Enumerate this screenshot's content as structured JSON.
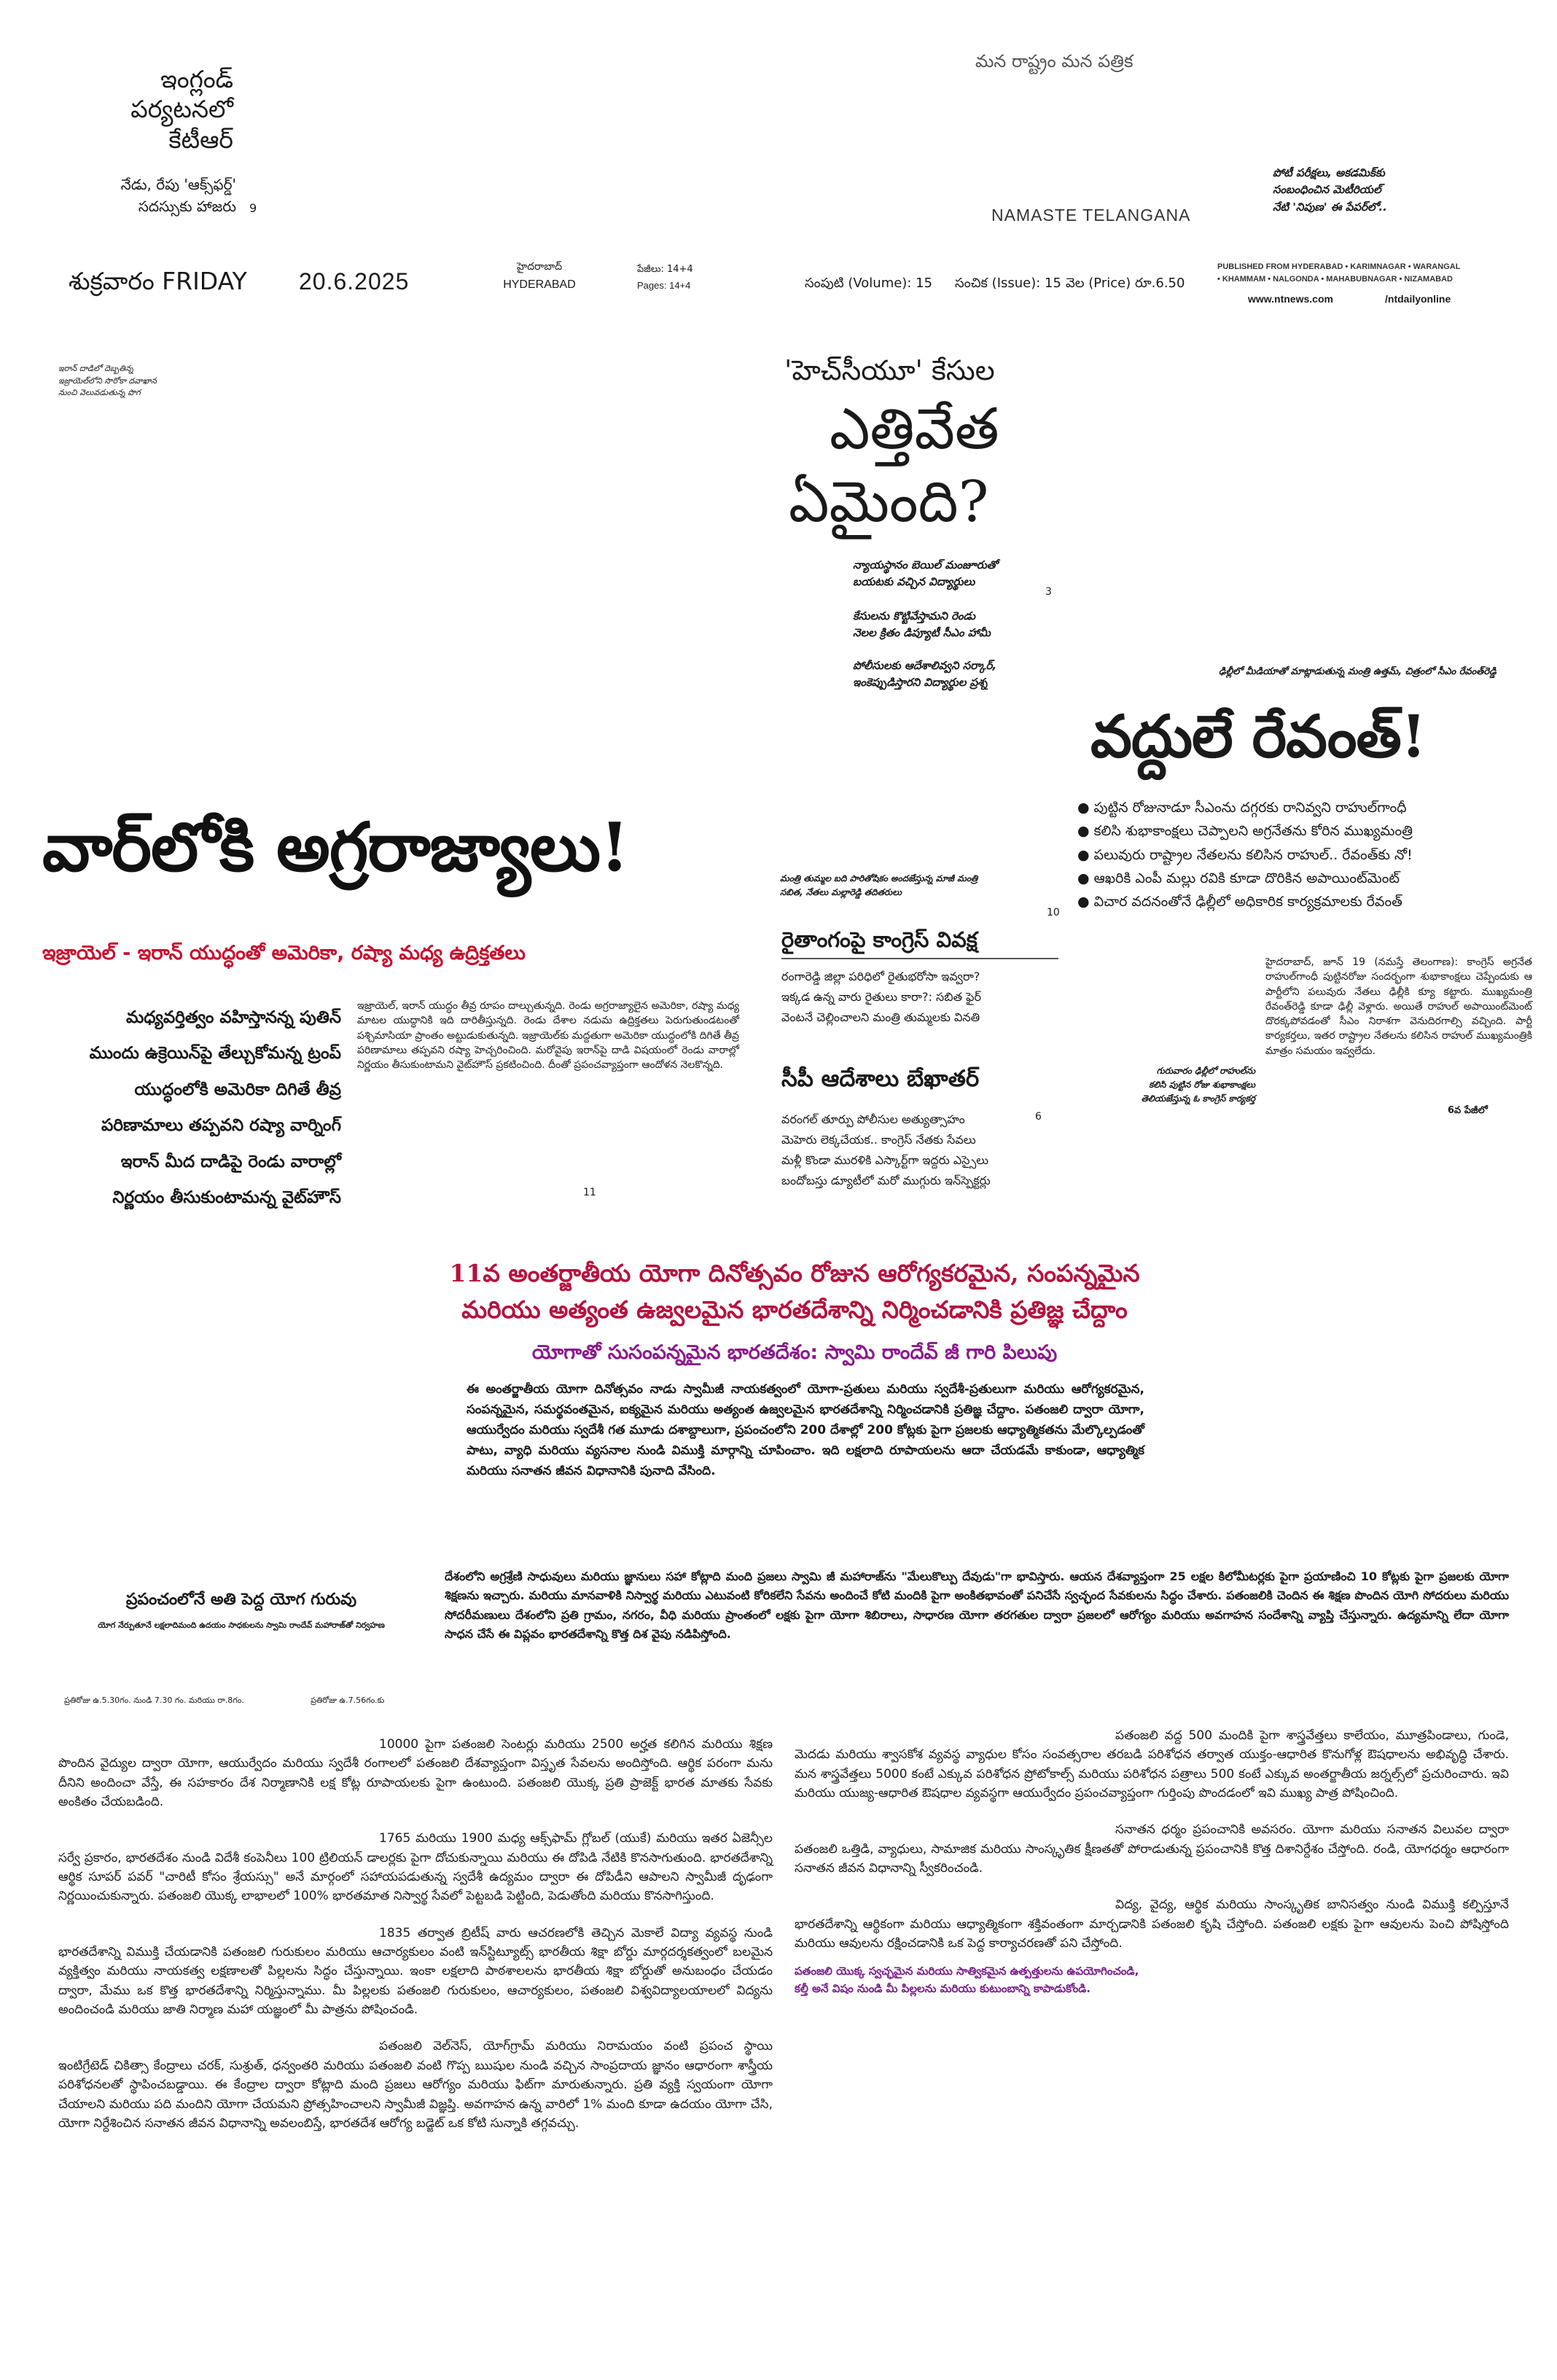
{
  "masthead": {
    "tagline": "మన రాష్ట్రం మన పత్రిక",
    "paper_name": "NAMASTE TELANGANA",
    "teaser_left": "ఇంగ్లండ్\nపర్యటనలో\nకేటీఆర్",
    "teaser_left_sub": "నేడు, రేపు 'ఆక్స్‌ఫర్డ్'\nసదస్సుకు హాజరు",
    "teaser_left_page": "9",
    "teaser_right": "పోటీ పరీక్షలు, అకడమిక్‌కు\nసంబంధించిన మెటీరియల్\nనేటి 'నిపుణ' ఈ పేపర్‌లో..",
    "day": "శుక్రవారం FRIDAY",
    "date": "20.6.2025",
    "city_te": "హైదరాబాద్",
    "city_en": "HYDERABAD",
    "pages_te": "పేజీలు: 14+4",
    "pages_en": "Pages: 14+4",
    "volume": "సంపుటి (Volume): 15",
    "issue": "సంచిక (Issue): 15",
    "price": "వెల (Price) రూ.6.50",
    "published_from": "PUBLISHED FROM  HYDERABAD • KARIMNAGAR • WARANGAL\n• KHAMMAM • NALGONDA • MAHABUBNAGAR • NIZAMABAD",
    "website": "www.ntnews.com",
    "social": "/ntdailyonline"
  },
  "photo_caption_top": "ఇరాన్ దాడిలో దెబ్బతిన్న\nఇజ్రాయెల్‌లోని సొరోకా దవాఖాన\nనుంచి వెలువడుతున్న పొగ",
  "hcu": {
    "kicker": "'హెచ్‌సీయూ' కేసుల",
    "headline_1": "ఎత్తివేత",
    "headline_2": "ఏమైంది?",
    "points": [
      "న్యాయస్థానం బెయిల్ మంజూరుతో\nబయటకు వచ్చిన విద్యార్థులు",
      "కేసులను కొట్టివేస్తామని రెండు\nనెలల క్రితం డిప్యూటీ సీఎం హామీ",
      "పోలీసులకు ఆదేశాలివ్వని సర్కార్,\nఇంకెప్పుడిస్తారని విద్యార్థుల ప్రశ్న"
    ],
    "page": "3"
  },
  "revanth": {
    "caption": "ఢిల్లీలో మీడియాతో మాట్లాడుతున్న మంత్రి ఉత్తమ్, చిత్రంలో సీఎం రేవంత్‌రెడ్డి",
    "headline": "వద్దులే రేవంత్!",
    "bullets": [
      "పుట్టిన రోజునాడూ సీఎంను దగ్గరకు రానివ్వని రాహుల్‌గాంధీ",
      "కలిసి శుభాకాంక్షలు చెప్పాలని అగ్రనేతను కోరిన ముఖ్యమంత్రి",
      "పలువురు రాష్ట్రాల నేతలను కలిసిన రాహుల్.. రేవంత్‌కు నో!",
      "ఆఖరికి ఎంపీ మల్లు రవికి కూడా దొరికిన అపాయింట్‌మెంట్",
      "విచార వదనంతోనే ఢిల్లీలో అధికారిక కార్యక్రమాలకు రేవంత్"
    ],
    "body": "హైదరాబాద్, జూన్ 19 (నమస్తే తెలంగాణ): కాంగ్రెస్ అగ్రనేత రాహుల్‌గాంధీ పుట్టినరోజు సందర్భంగా శుభాకాంక్షలు చెప్పేందుకు ఆ పార్టీలోని పలువురు నేతలు ఢిల్లీకి క్యూ కట్టారు. ముఖ్యమంత్రి రేవంత్‌రెడ్డి కూడా ఢిల్లీ వెళ్లారు. అయితే రాహుల్ అపాయింట్‌మెంట్ దొరక్కపోవడంతో సీఎం నిరాశగా వెనుదిరగాల్సి వచ్చింది. పార్టీ కార్యకర్తలు, ఇతర రాష్ట్రాల నేతలను కలిసిన రాహుల్ ముఖ్యమంత్రికి మాత్రం సమయం ఇవ్వలేదు.",
    "cont": "6వ పేజీలో",
    "photo_caption": "గురువారం ఢిల్లీలో రాహుల్‌ను\nకలిసి పుట్టిన రోజు శుభాకాంక్షలు\nతెలియజేస్తున్న ఓ కాంగ్రెస్ కార్యకర్త"
  },
  "war": {
    "headline": "వార్‌లోకి అగ్రరాజ్యాలు!",
    "subhead": "ఇజ్రాయెల్ - ఇరాన్ యుద్ధంతో అమెరికా, రష్యా మధ్య ఉద్రిక్తతలు",
    "points": [
      "మధ్యవర్తిత్వం వహిస్తానన్న పుతిన్",
      "ముందు ఉక్రెయిన్‌పై తేల్చుకోమన్న ట్రంప్",
      "యుద్ధంలోకి అమెరికా దిగితే తీవ్ర",
      "పరిణామాలు తప్పవని రష్యా వార్నింగ్",
      "ఇరాన్ మీద దాడిపై రెండు వారాల్లో",
      "నిర్ణయం తీసుకుంటామన్న వైట్‌హౌస్"
    ],
    "body": "ఇజ్రాయెల్, ఇరాన్ యుద్ధం తీవ్ర రూపం దాల్చుతున్నది. రెండు అగ్రరాజ్యాలైన అమెరికా, రష్యా మధ్య మాటల యుద్ధానికి ఇది దారితీస్తున్నది. రెండు దేశాల నడుమ ఉద్రిక్తతలు పెరుగుతుండటంతో పశ్చిమాసియా ప్రాంతం అట్టుడుకుతున్నది. ఇజ్రాయెల్‌కు మద్దతుగా అమెరికా యుద్ధంలోకి దిగితే తీవ్ర పరిణామాలు తప్పవని రష్యా హెచ్చరించింది. మరోవైపు ఇరాన్‌పై దాడి విషయంలో రెండు వారాల్లో నిర్ణయం తీసుకుంటామని వైట్‌హౌస్ ప్రకటించింది. దీంతో ప్రపంచవ్యాప్తంగా ఆందోళన నెలకొన్నది.",
    "page": "11"
  },
  "thummala": {
    "caption": "మంత్రి తుమ్మల బది పారితోషికం అందజేస్తున్న మాజీ మంత్రి\nసబిత, నేతలు మల్లారెడ్డి తదితరులు",
    "page": "10",
    "headline": "రైతాంగంపై కాంగ్రెస్ వివక్ష",
    "body": "రంగారెడ్డి జిల్లా పరిధిలో రైతుభరోసా ఇవ్వరా?\nఇక్కడ ఉన్న వారు రైతులు కారా?: సబిత ఫైర్\nవెంటనే చెల్లించాలని మంత్రి తుమ్మలకు వినతి",
    "headline2": "సీపీ ఆదేశాలు బేఖాతర్",
    "page2": "6",
    "body2": "వరంగల్ తూర్పు పోలీసుల అత్యుత్సాహం\nమెహెరు లెక్కచేయక.. కాంగ్రెస్ నేతకు సేవలు\nమళ్లీ కొండా మురళికి ఎస్కార్ట్‌గా ఇద్దరు ఎస్సైలు\nబందోబస్తు డ్యూటీలో మరో ముగ్గురు ఇన్‌స్పెక్టర్లు"
  },
  "yoga": {
    "headline_1": "11వ అంతర్జాతీయ యోగా దినోత్సవం రోజున ఆరోగ్యకరమైన, సంపన్నమైన",
    "headline_2": "మరియు అత్యంత ఉజ్వలమైన భారతదేశాన్ని నిర్మించడానికి ప్రతిజ్ఞ చేద్దాం",
    "subhead": "యోగాతో సుసంపన్నమైన భారతదేశం: స్వామి రాందేవ్ జీ గారి పిలుపు",
    "intro": "ఈ అంతర్జాతీయ యోగా దినోత్సవం నాడు స్వామీజీ నాయకత్వంలో యోగా-ప్రతులు మరియు స్వదేశీ-ప్రతులుగా మరియు ఆరోగ్యకరమైన, సంపన్నమైన, సమర్థవంతమైన, ఐక్యమైన మరియు అత్యంత ఉజ్వలమైన భారతదేశాన్ని నిర్మించడానికి ప్రతిజ్ఞ చేద్దాం. పతంజలి ద్వారా యోగా, ఆయుర్వేదం మరియు స్వదేశీ గత మూడు దశాబ్దాలుగా, ప్రపంచంలోని 200 దేశాల్లో 200 కోట్లకు పైగా ప్రజలకు ఆధ్యాత్మికతను మేల్కొల్పడంతో పాటు, వ్యాధి మరియు వ్యసనాల నుండి విముక్తి మార్గాన్ని చూపించాం. ఇది లక్షలాది రూపాయలను ఆదా చేయడమే కాకుండా, ఆధ్యాత్మిక మరియు సనాతన జీవన విధానానికి పునాది వేసింది.",
    "guru_title": "ప్రపంచంలోనే అతి పెద్ద యోగ గురువు",
    "guru_sub": "యోగ నేర్పుతూనే లక్షలాదిమంది ఉదయం సాధకులను స్వామి రాందేవ్ మహారాజ్‌తో నిర్వహణ",
    "timing_1": "ప్రతిరోజు ఉ.5.30గం. నుండి 7.30 గం. మరియు రా.8గం.",
    "timing_2": "ప్రతిరోజు ఉ.7.56గం.కు",
    "lead": "దేశంలోని అగ్రశ్రేణి సాధువులు మరియు జ్ఞానులు సహా కోట్లాది మంది ప్రజలు స్వామి జీ మహారాజ్‌ను \"మేలుకొల్పు దేవుడు\"గా భావిస్తారు. ఆయన దేశవ్యాప్తంగా 25 లక్షల కిలోమీటర్లకు పైగా ప్రయాణించి 10 కోట్లకు పైగా ప్రజలకు యోగా శిక్షణను ఇచ్చారు. మరియు మానవాళికి నిస్వార్థ మరియు ఎటువంటి కోరికలేని సేవను అందించే కోటి మందికి పైగా అంకితభావంతో పనిచేసే స్వచ్ఛంద సేవకులను సిద్ధం చేశారు. పతంజలికి చెందిన ఈ శిక్షణ పొందిన యోగి సోదరులు మరియు సోదరీమణులు దేశంలోని ప్రతి గ్రామం, నగరం, వీధి మరియు ప్రాంతంలో లక్షకు పైగా యోగా శిబిరాలు, సాధారణ యోగా తరగతుల ద్వారా ప్రజలలో ఆరోగ్యం మరియు అవగాహన సందేశాన్ని వ్యాప్తి చేస్తున్నారు. ఉద్యమాన్ని లేదా యోగా సాధన చేసే ఈ విప్లవం భారతదేశాన్ని కొత్త దిశ వైపు నడిపిస్తోంది.",
    "col1": [
      "10000 పైగా పతంజలి సెంటర్లు మరియు 2500 అర్హత కలిగిన మరియు శిక్షణ పొందిన వైద్యుల ద్వారా యోగా, ఆయుర్వేదం మరియు స్వదేశీ రంగాలలో పతంజలి దేశవ్యాప్తంగా విస్తృత సేవలను అందిస్తోంది. ఆర్థిక పరంగా మను దీనిని అందించా వేస్తే, ఈ సహకారం దేశ నిర్మాణానికి లక్ష కోట్ల రూపాయలకు పైగా ఉంటుంది. పతంజలి యొక్క ప్రతి ప్రాజెక్ట్ భారత మాతకు సేవకు అంకితం చేయబడింది.",
      "1765 మరియు 1900 మధ్య ఆక్స్‌ఫామ్ గ్లోబల్ (యుకే) మరియు ఇతర ఏజెన్సీల సర్వే ప్రకారం, భారతదేశం నుండి విదేశీ కంపెనీలు 100 ట్రిలియన్ డాలర్లకు పైగా దోచుకున్నాయి మరియు ఈ దోపిడి నేటికి కొనసాగుతుంది. భారతదేశాన్ని ఆర్థిక సూపర్ పవర్ \"చారిటీ కోసం శ్రేయస్సు\" అనే మార్గంలో సహాయపడుతున్న స్వదేశీ ఉద్యమం ద్వారా ఈ దోపిడీని ఆపాలని స్వామీజీ దృఢంగా నిర్ణయించుకున్నారు. పతంజలి యొక్క లాభాలలో 100% భారతమాత నిస్వార్థ సేవలో పెట్టబడి పెట్టింది, పెడుతోంది మరియు కొనసాగిస్తుంది.",
      "1835 తర్వాత బ్రిటీష్ వారు ఆచరణలోకి తెచ్చిన మెకాలే విద్యా వ్యవస్థ నుండి భారతదేశాన్ని విముక్తి చేయడానికి పతంజలి గురుకులం మరియు ఆచార్యకులం వంటి ఇన్‌స్టిట్యూట్స్ భారతీయ శిక్షా బోర్డు మార్గదర్శకత్వంలో బలమైన వ్యక్తిత్వం మరియు నాయకత్వ లక్షణాలతో పిల్లలను సిద్ధం చేస్తున్నాయి. ఇంకా లక్షలాది పాఠశాలలను భారతీయ శిక్షా బోర్డుతో అనుబంధం చేయడం ద్వారా, మేము ఒక కొత్త భారతదేశాన్ని నిర్మిస్తున్నాము. మీ పిల్లలకు పతంజలి గురుకులం, ఆచార్యకులం, పతంజలి విశ్వవిద్యాలయాలలో విద్యను అందించండి మరియు జాతి నిర్మాణ మహా యజ్ఞంలో మీ పాత్రను పోషించండి.",
      "పతంజలి వెల్‌నెస్, యోగ్‌గ్రామ్ మరియు నిరామయం వంటి ప్రపంచ స్థాయి ఇంటిగ్రేటెడ్ చికిత్సా కేంద్రాలు చరక్, సుశ్రుత్, ధన్వంతరి మరియు పతంజలి వంటి గొప్ప ఋషుల నుండి వచ్చిన సాంప్రదాయ జ్ఞానం ఆధారంగా శాస్త్రీయ పరిశోధనలతో స్థాపించబడ్డాయి. ఈ కేంద్రాల ద్వారా కోట్లాది మంది ప్రజలు ఆరోగ్యం మరియు ఫిట్‌గా మారుతున్నారు. ప్రతి వ్యక్తి స్వయంగా యోగా చేయాలని మరియు పది మందిని యోగా చేయమని ప్రోత్సహించాలని స్వామీజీ విజ్ఞప్తి. అవగాహన ఉన్న వారిలో 1% మంది కూడా ఉదయం యోగా చేసి, యోగా నిర్దేశించిన సనాతన జీవన విధానాన్ని అవలంబిస్తే, భారతదేశ ఆరోగ్య బడ్జెట్ ఒక కోటి సున్నాకి తగ్గవచ్చు."
    ],
    "col2": [
      "పతంజలి వద్ద 500 మందికి పైగా శాస్త్రవేత్తలు కాలేయం, మూత్రపిండాలు, గుండె, మెదడు మరియు శ్వాసకోశ వ్యవస్థ వ్యాధుల కోసం సంవత్సరాల తరబడి పరిశోధన తర్వాత యుక్తం-ఆధారిత కొనుగోళ్ల ఔషధాలను అభివృద్ధి చేశారు. మన శాస్త్రవేత్తలు 5000 కంటే ఎక్కువ పరిశోధన ప్రోటోకాల్స్ మరియు పరిశోధన పత్రాలు 500 కంటే ఎక్కువ అంతర్జాతీయ జర్నల్స్‌లో ప్రచురించారు. ఇవి మరియు యుజ్య-ఆధారిత ఔషధాల వ్యవస్థగా ఆయుర్వేదం ప్రపంచవ్యాప్తంగా గుర్తింపు పొందడంలో ఇవి ముఖ్య పాత్ర పోషించింది.",
      "సనాతన ధర్మం ప్రపంచానికి అవసరం. యోగా మరియు సనాతన విలువల ద్వారా పతంజలి ఒత్తిడి, వ్యాధులు, సామాజిక మరియు సాంస్కృతిక క్షీణతతో పోరాడుతున్న ప్రపంచానికి కొత్త దిశానిర్దేశం చేస్తోంది. రండి, యోగధర్మం ఆధారంగా సనాతన జీవన విధానాన్ని స్వీకరించండి.",
      "విద్య, వైద్య, ఆర్థిక మరియు సాంస్కృతిక బానిసత్వం నుండి విముక్తి కల్పిస్తూనే భారతదేశాన్ని ఆర్థికంగా మరియు ఆధ్యాత్మికంగా శక్తివంతంగా మార్చడానికి పతంజలి కృషి చేస్తోంది. పతంజలి లక్షకు పైగా ఆవులను పెంచి పోషిస్తోంది మరియు ఆవులను రక్షించడానికి ఒక పెద్ద కార్యాచరణతో పని చేస్తోంది."
    ],
    "closing_1": "పతంజలి యొక్క స్వచ్ఛమైన మరియు సాత్వికమైన ఉత్పత్తులను ఉపయోగించండి,",
    "closing_2": "కల్తీ అనే విషం నుండి మీ పిల్లలను మరియు కుటుంబాన్ని కాపాడుకోండి."
  },
  "colors": {
    "war_red": "#c8102e",
    "war_black": "#111111",
    "yoga_red": "#b5123e",
    "yoga_purple": "#8b1a8b",
    "closing_purple": "#7a1f8a"
  }
}
